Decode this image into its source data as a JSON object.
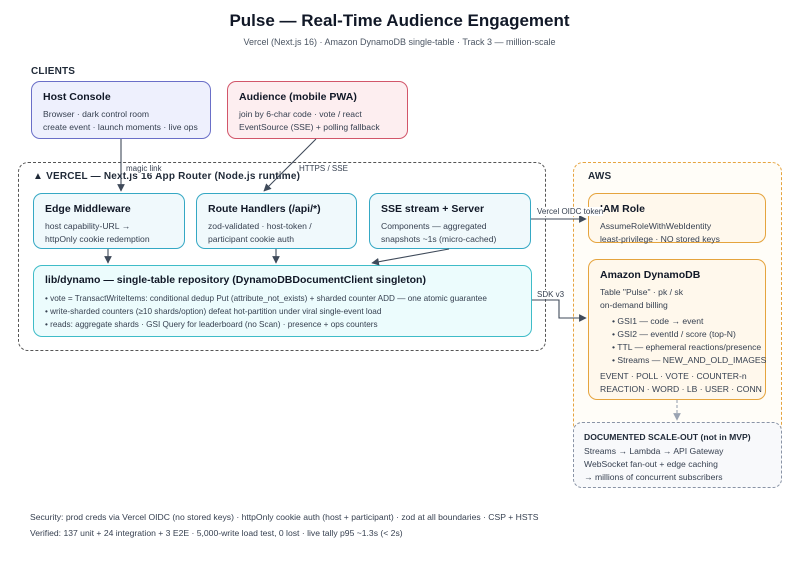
{
  "header": {
    "title": "Pulse — Real-Time Audience Engagement",
    "subtitle": "Vercel (Next.js 16) · Amazon DynamoDB single-table · Track 3 — million-scale"
  },
  "clients": {
    "label": "CLIENTS",
    "host": {
      "title": "Host Console",
      "lines": [
        "Browser · dark control room",
        "create event · launch moments · live ops"
      ]
    },
    "audience": {
      "title": "Audience (mobile PWA)",
      "lines": [
        "join by 6-char code · vote / react",
        "EventSource (SSE) + polling fallback"
      ]
    }
  },
  "vercel": {
    "label": "▲ VERCEL — Next.js 16 App Router (Node.js runtime)",
    "edge": {
      "title": "Edge Middleware",
      "lines": [
        "host capability-URL →",
        "httpOnly cookie redemption"
      ]
    },
    "routes": {
      "title": "Route Handlers (/api/*)",
      "lines": [
        "zod-validated · host-token /",
        "participant cookie auth"
      ]
    },
    "sse": {
      "title": "SSE stream + Server",
      "lines": [
        "Components — aggregated",
        "snapshots ~1s (micro-cached)"
      ]
    },
    "lib": {
      "title": "lib/dynamo — single-table repository (DynamoDBDocumentClient singleton)",
      "lines": [
        "• vote = TransactWriteItems: conditional dedup Put (attribute_not_exists) + sharded counter ADD — one atomic guarantee",
        "• write-sharded counters (≥10 shards/option) defeat hot-partition under viral single-event load",
        "• reads: aggregate shards · GSI Query for leaderboard (no Scan) · presence + ops counters"
      ]
    }
  },
  "aws": {
    "label": "AWS",
    "iam": {
      "title": "IAM Role",
      "lines": [
        "AssumeRoleWithWebIdentity",
        "least-privilege · NO stored keys"
      ]
    },
    "dynamodb": {
      "title": "Amazon DynamoDB",
      "lines": [
        "Table \"Pulse\" · pk / sk",
        "on-demand billing"
      ],
      "indexes": [
        "• GSI1 — code → event",
        "• GSI2 — eventId / score (top-N)",
        "• TTL — ephemeral reactions/presence",
        "• Streams — NEW_AND_OLD_IMAGES"
      ],
      "entities": [
        "EVENT · POLL · VOTE · COUNTER-n",
        "REACTION · WORD · LB · USER · CONN"
      ]
    }
  },
  "scaleout": {
    "title": "DOCUMENTED SCALE-OUT (not in MVP)",
    "lines": [
      "Streams → Lambda → API Gateway",
      "WebSocket fan-out + edge caching",
      "→ millions of concurrent subscribers"
    ]
  },
  "edges": {
    "magic_link": "magic link",
    "https_sse": "HTTPS / SSE",
    "oidc": "Vercel OIDC token",
    "sdk": "SDK v3"
  },
  "footer": {
    "security": "Security: prod creds via Vercel OIDC (no stored keys) · httpOnly cookie auth (host + participant) · zod at all boundaries · CSP + HSTS",
    "verified": "Verified: 137 unit + 24 integration + 3 E2E · 5,000-write load test, 0 lost · live tally p95 ~1.3s (< 2s)"
  },
  "colors": {
    "host_border": "#6a6fc8",
    "audience_border": "#d2566a",
    "vercel_box_border": "#35a8c4",
    "aws_border": "#e5a43e",
    "arrow": "#3f4a5a"
  }
}
